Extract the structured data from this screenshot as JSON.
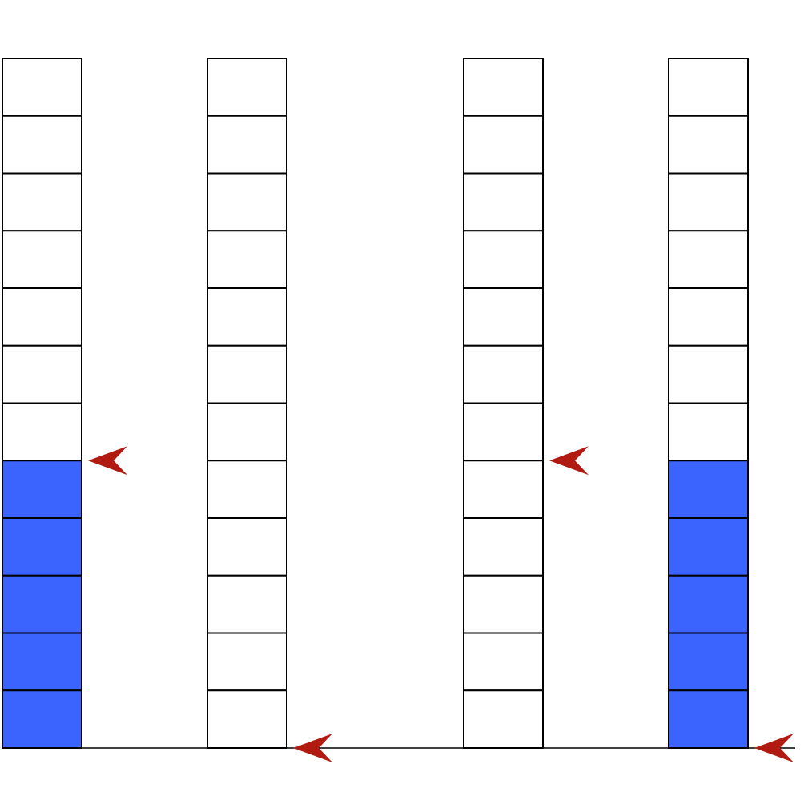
{
  "colors": {
    "filled": "#3b64ff",
    "empty": "#ffffff",
    "border": "#000000",
    "pointer": "#b11a10",
    "baseline": "#000000"
  },
  "columns": [
    {
      "cells": 12,
      "filled": 5,
      "pointer_level": 5
    },
    {
      "cells": 12,
      "filled": 0,
      "pointer_level": 0
    },
    {
      "cells": 12,
      "filled": 0,
      "pointer_level": 5
    },
    {
      "cells": 12,
      "filled": 5,
      "pointer_level": 0
    }
  ]
}
